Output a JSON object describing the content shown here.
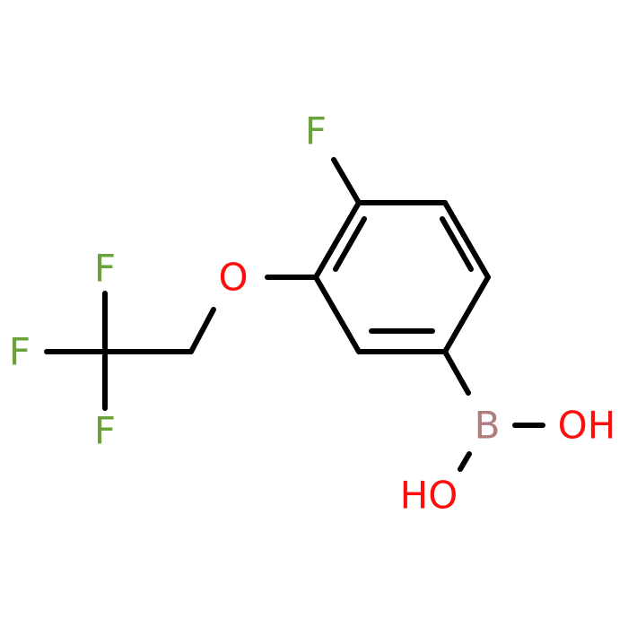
{
  "molecule": {
    "atoms": {
      "f_top": {
        "symbol": "F",
        "color": "#6aa33a"
      },
      "o_ether": {
        "symbol": "O",
        "color": "#ff0d0d"
      },
      "f_cf3_top": {
        "symbol": "F",
        "color": "#6aa33a"
      },
      "f_cf3_left": {
        "symbol": "F",
        "color": "#6aa33a"
      },
      "f_cf3_bottom": {
        "symbol": "F",
        "color": "#6aa33a"
      },
      "boron": {
        "symbol": "B",
        "color": "#b07d7d"
      },
      "oh_right": {
        "symbol": "OH",
        "color": "#ff0d0d"
      },
      "ho_bottom": {
        "symbol": "HO",
        "color": "#ff0d0d"
      }
    },
    "bond_color": "#000000"
  }
}
